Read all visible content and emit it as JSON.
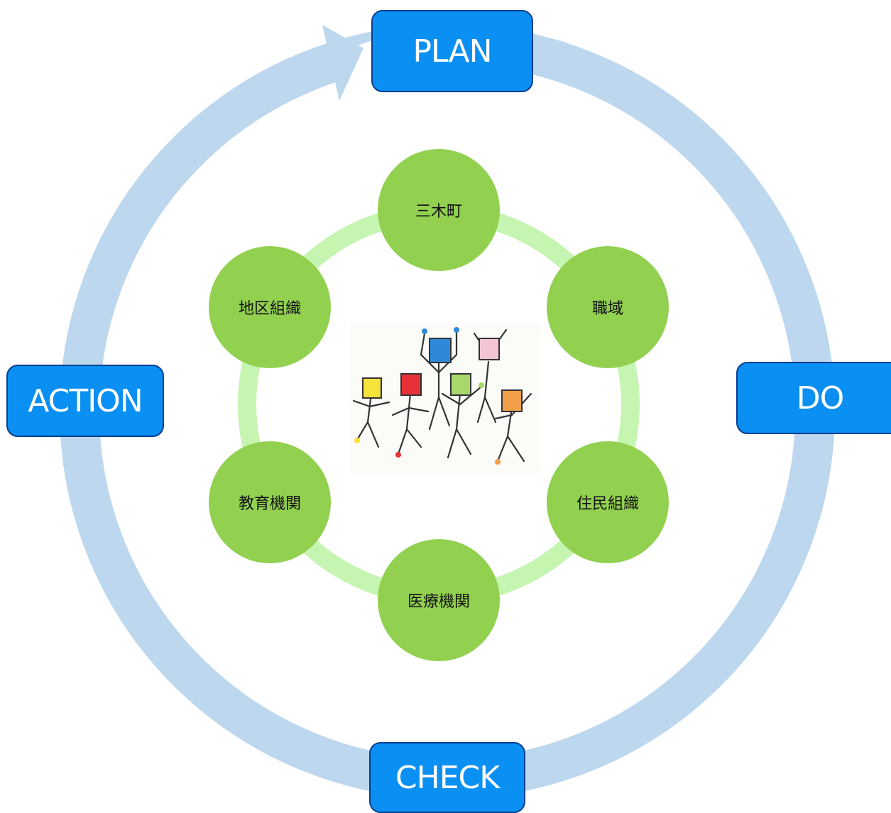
{
  "cycle": {
    "plan": "PLAN",
    "do": "DO",
    "check": "CHECK",
    "action": "ACTION"
  },
  "members": [
    "三木町",
    "職域",
    "住民組織",
    "医療機関",
    "教育機関",
    "地区組織"
  ],
  "colors": {
    "cycle_arrow": "#bdd7ee",
    "phase_box": "#0a8ff2",
    "phase_border": "#0b3e8e",
    "member_node": "#92d050",
    "member_ring": "#c6f5b2"
  },
  "illustration": "group-of-dancing-mascot-characters"
}
